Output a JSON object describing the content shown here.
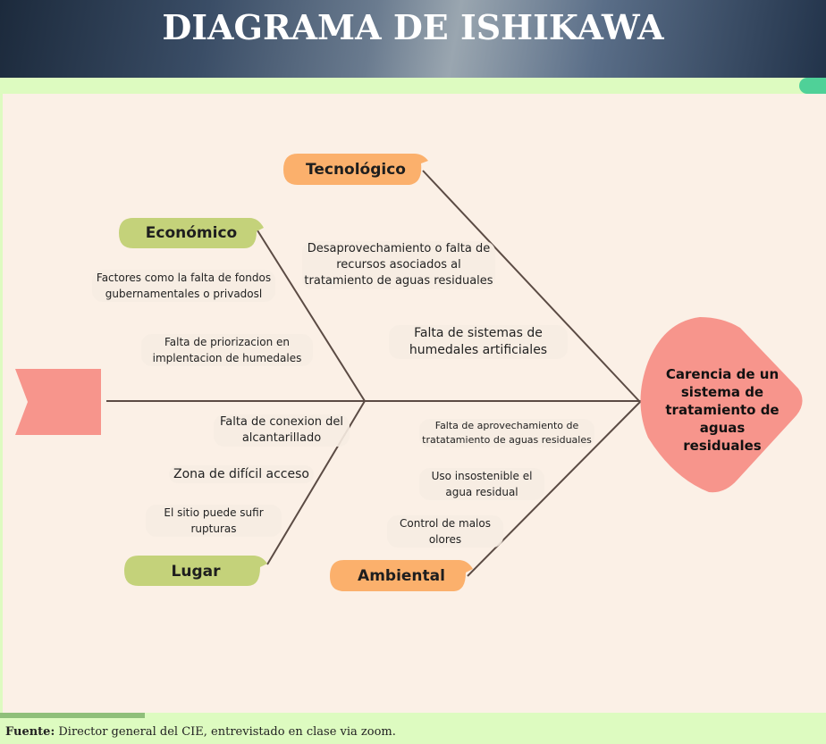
{
  "header": {
    "title": "DIAGRAMA DE ISHIKAWA"
  },
  "colors": {
    "economic": "#c4d27a",
    "technological": "#fbb06c",
    "effect": "#f7958c",
    "spine": "#5b4b44",
    "tail": "#f7958c"
  },
  "diagram": {
    "effect": "Carencia de un sistema de tratamiento de aguas residuales",
    "categories": {
      "tecnologico": {
        "label": "Tecnológico",
        "causes": [
          "Desaprovechamiento o falta de recursos asociados al tratamiento de aguas residuales",
          "Falta de sistemas de humedales artificiales"
        ]
      },
      "economico": {
        "label": "Económico",
        "causes": [
          "Factores como la falta de fondos gubernamentales o privadosl",
          "Falta de priorizacion en implentacion de humedales"
        ]
      },
      "lugar": {
        "label": "Lugar",
        "causes": [
          "Falta de conexion del alcantarillado",
          "Zona de difícil acceso",
          "El sitio puede sufir rupturas"
        ]
      },
      "ambiental": {
        "label": "Ambiental",
        "causes": [
          "Falta de aprovechamiento de tratatamiento de aguas residuales",
          "Uso insostenible el agua residual",
          "Control de malos olores"
        ]
      }
    }
  },
  "footer": {
    "source_label": "Fuente:",
    "source_text": " Director general del CIE, entrevistado en clase via zoom."
  }
}
